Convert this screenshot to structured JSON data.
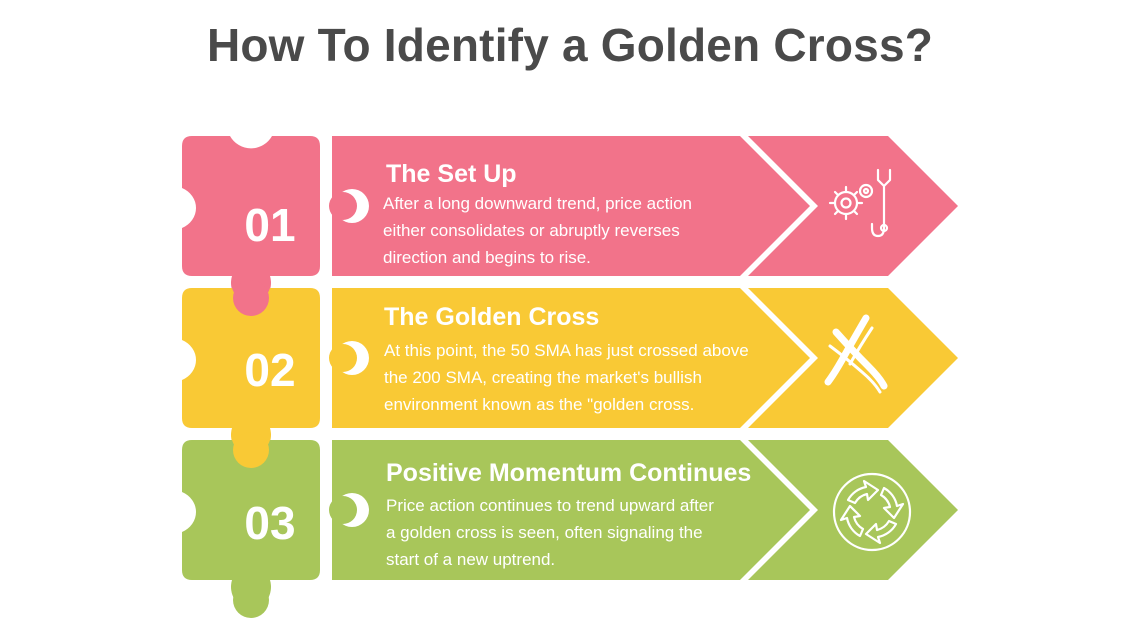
{
  "title": "How To Identify a Golden Cross?",
  "colors": {
    "step1": "#f2738a",
    "step2": "#f9c935",
    "step3": "#a8c65a",
    "title_text": "#4a4a4a"
  },
  "steps": [
    {
      "number": "01",
      "title": "The Set Up",
      "lines": [
        "After a long downward trend, price action",
        "either consolidates or abruptly reverses",
        "direction and begins to rise."
      ],
      "icon": "gear-wrench-icon"
    },
    {
      "number": "02",
      "title": "The Golden Cross",
      "lines": [
        "At this point, the 50 SMA has just crossed above",
        "the 200 SMA, creating the market's bullish",
        "environment known as the \"golden cross."
      ],
      "icon": "cross-icon"
    },
    {
      "number": "03",
      "title": "Positive Momentum Continues",
      "lines": [
        "Price action continues to trend upward after",
        "a golden cross is seen, often signaling the",
        "start of a new uptrend."
      ],
      "icon": "cycle-arrows-icon"
    }
  ]
}
